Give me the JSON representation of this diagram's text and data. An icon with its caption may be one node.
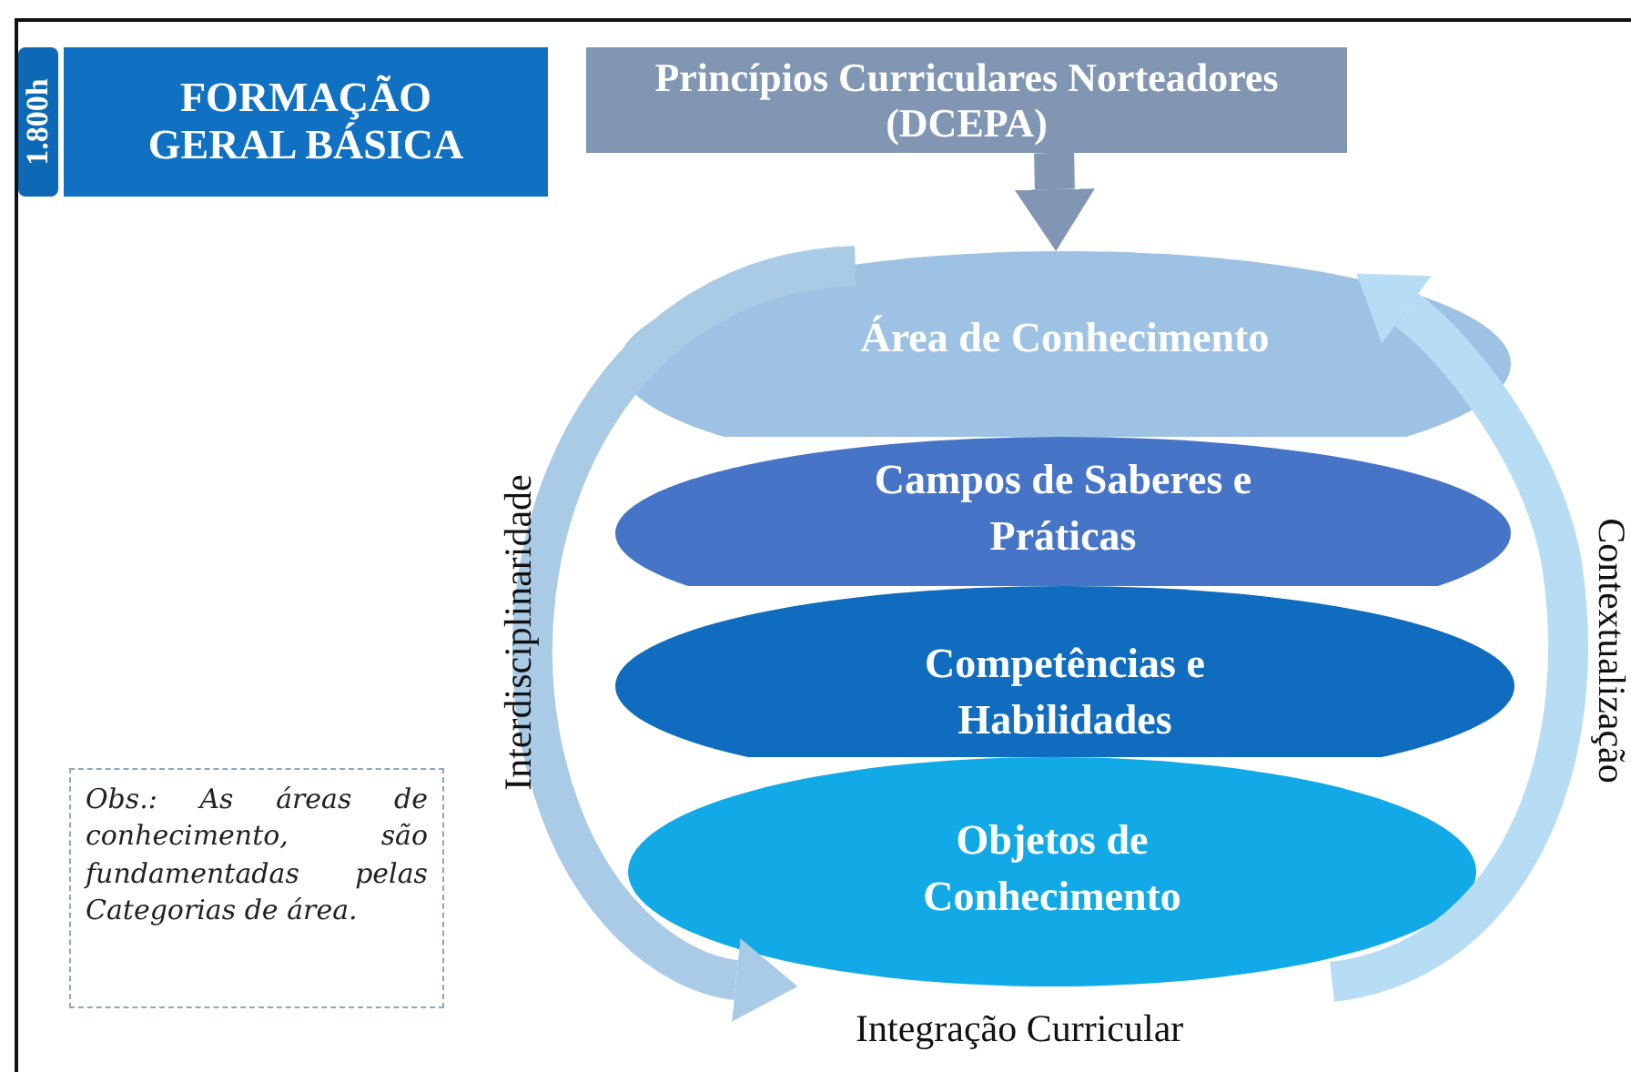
{
  "diagram": {
    "nodes": [
      {
        "text": [
          "1.800h"
        ]
      },
      {
        "text": [
          "FORMAÇÃO GERAL BÁSICA"
        ]
      },
      {
        "text": [
          "Princípios Curriculares Norteadores (DCEPA)"
        ]
      },
      {
        "text": [
          "Área de Conhecimento"
        ]
      },
      {
        "text": [
          "Campos de Saberes e Práticas"
        ]
      },
      {
        "text": [
          "Competências e Habilidades"
        ]
      },
      {
        "text": [
          "Objetos de Conhecimento"
        ]
      },
      {
        "text": [
          "Obs.: As áreas de conhecimento, são fundamentadas pelas Categorias de área."
        ]
      }
    ],
    "edges": [
      {
        "from": 2,
        "to": 3,
        "arrow": "to",
        "color": "#8096b3"
      },
      {
        "from": 3,
        "to": 6,
        "arrow": "to",
        "color": "#a9cbe6",
        "label": "Interdisciplinaridade"
      },
      {
        "from": 6,
        "to": 3,
        "arrow": "to",
        "color": "#b6ddf3",
        "label": "Contextualização"
      }
    ],
    "labels": [
      "Integração Curricular"
    ]
  }
}
